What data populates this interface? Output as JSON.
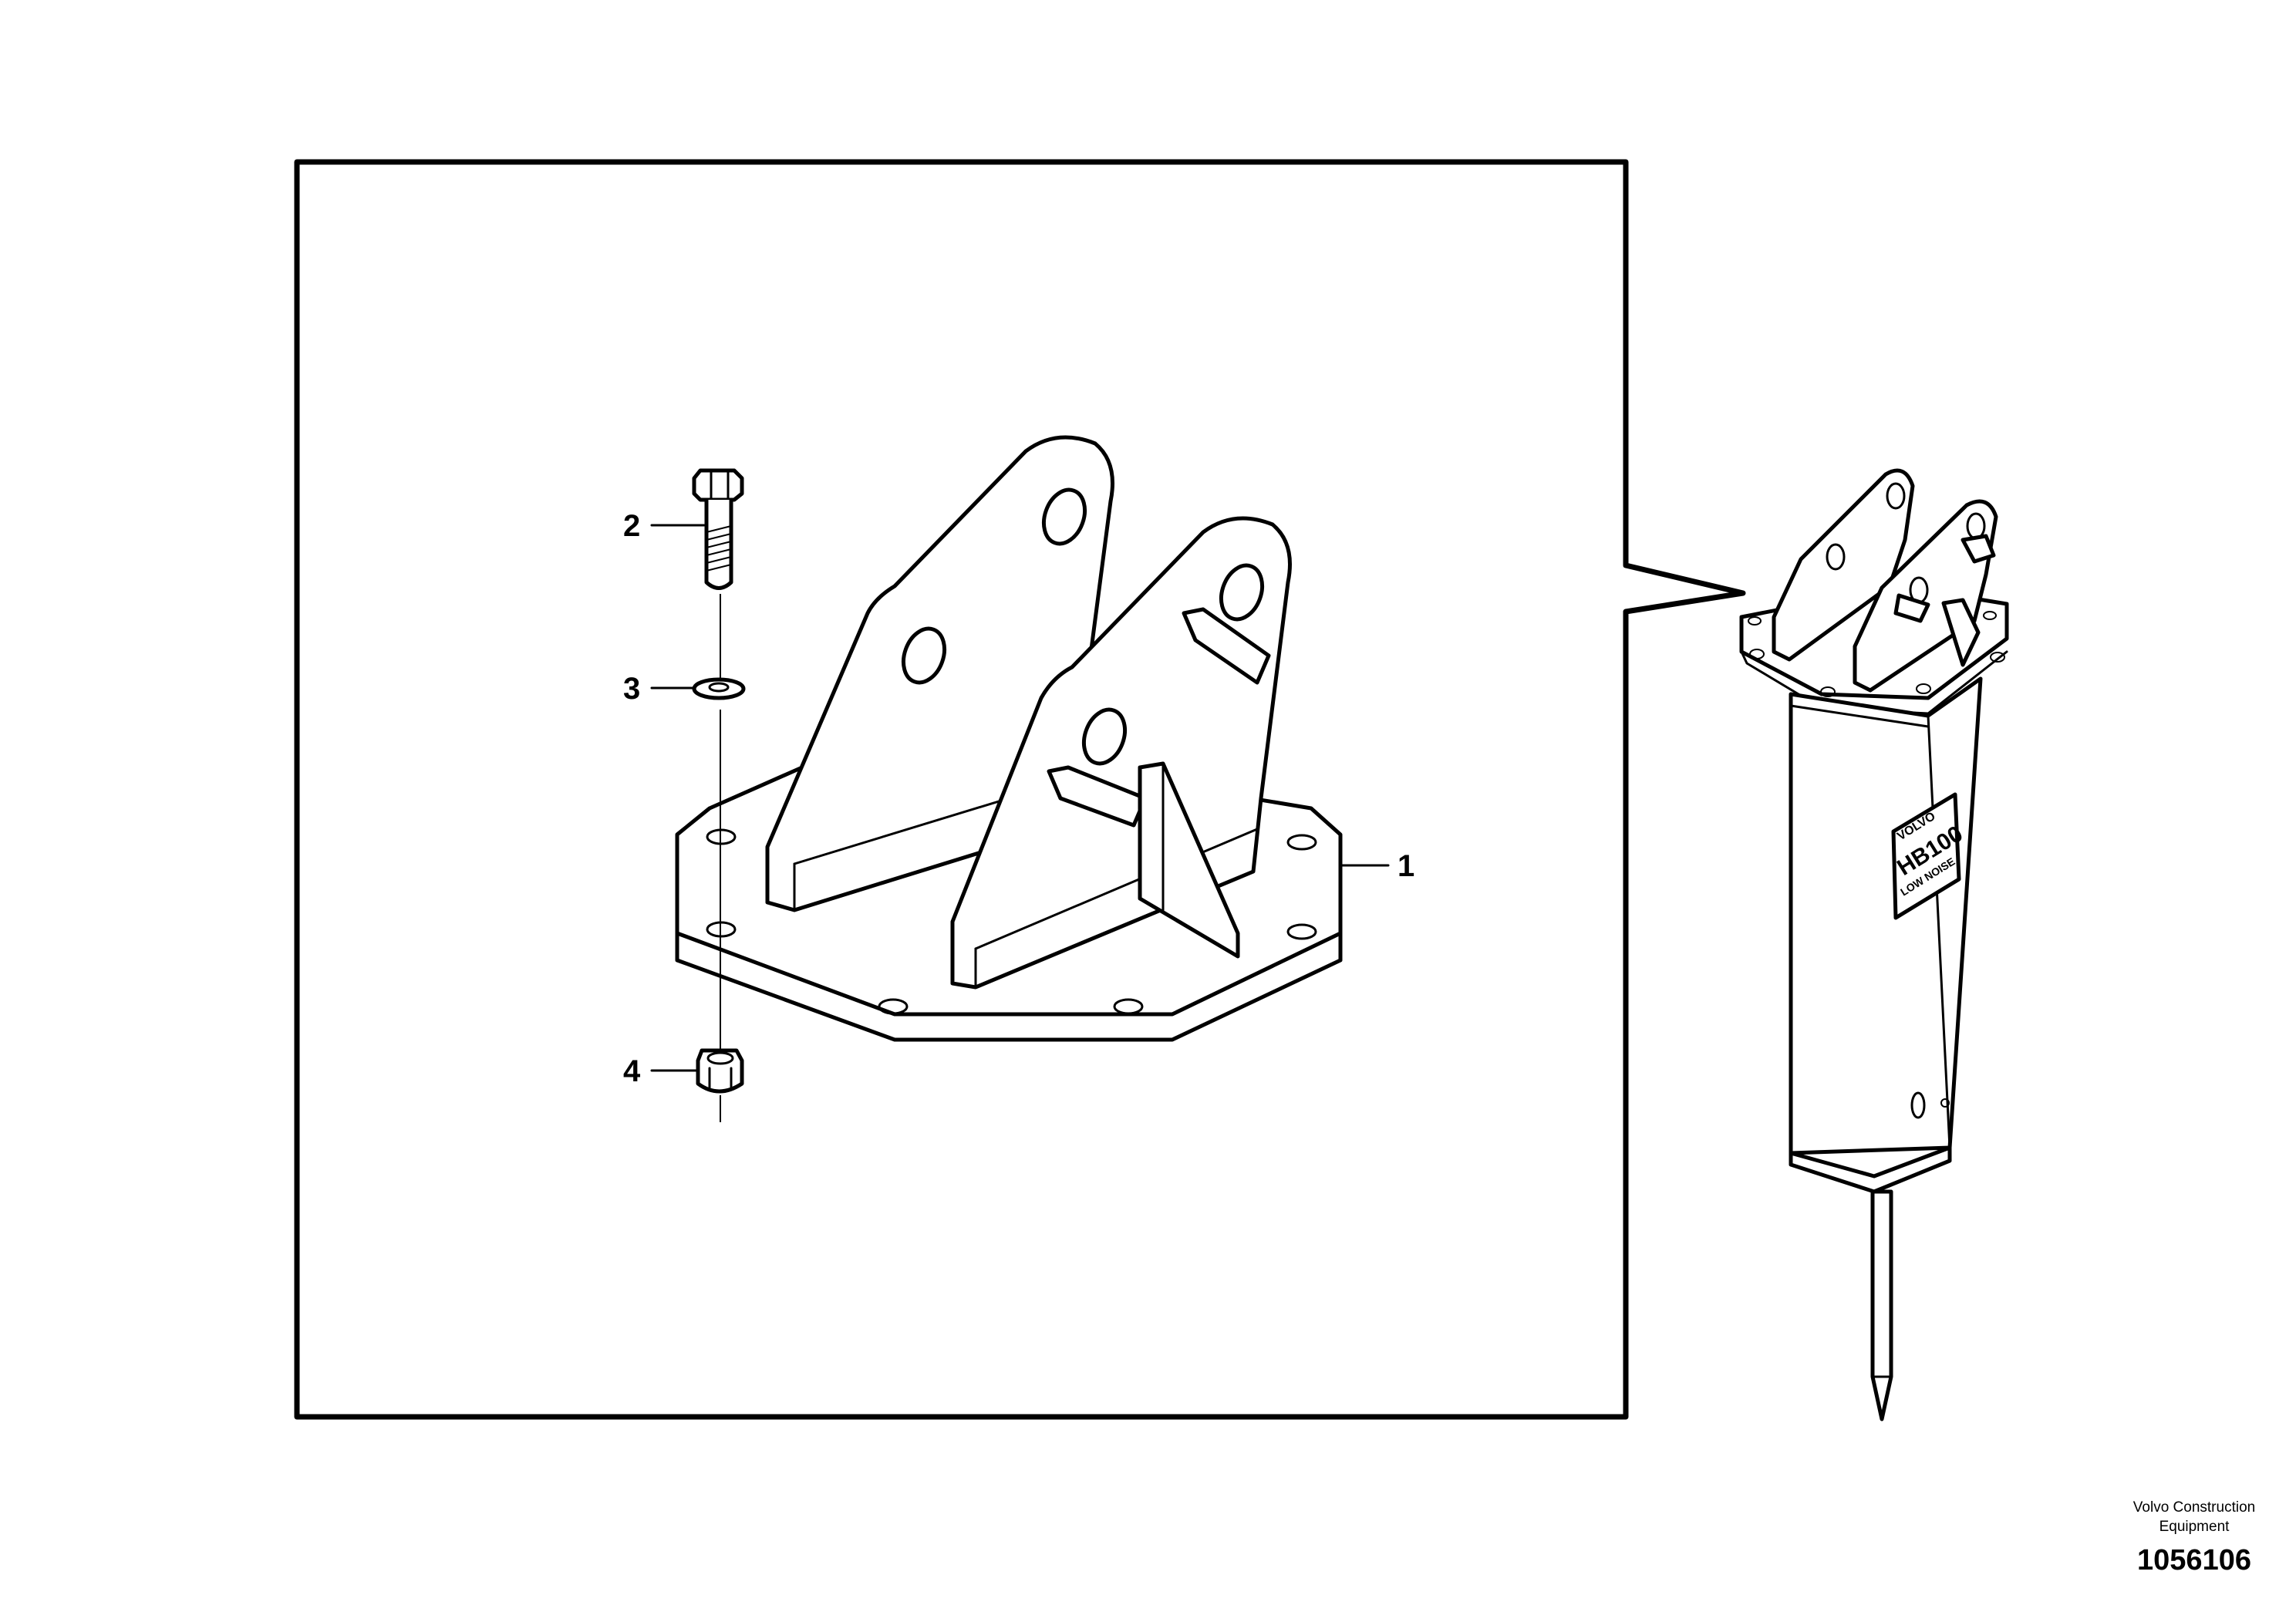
{
  "callouts": [
    {
      "number": "1",
      "part": "mounting-bracket"
    },
    {
      "number": "2",
      "part": "hex-bolt"
    },
    {
      "number": "3",
      "part": "washer"
    },
    {
      "number": "4",
      "part": "lock-nut"
    }
  ],
  "breaker_badge": {
    "brand": "VOLVO",
    "model": "HB100",
    "subtext": "LOW NOISE"
  },
  "footer": {
    "company_line1": "Volvo Construction",
    "company_line2": "Equipment",
    "illustration_number": "1056106"
  }
}
